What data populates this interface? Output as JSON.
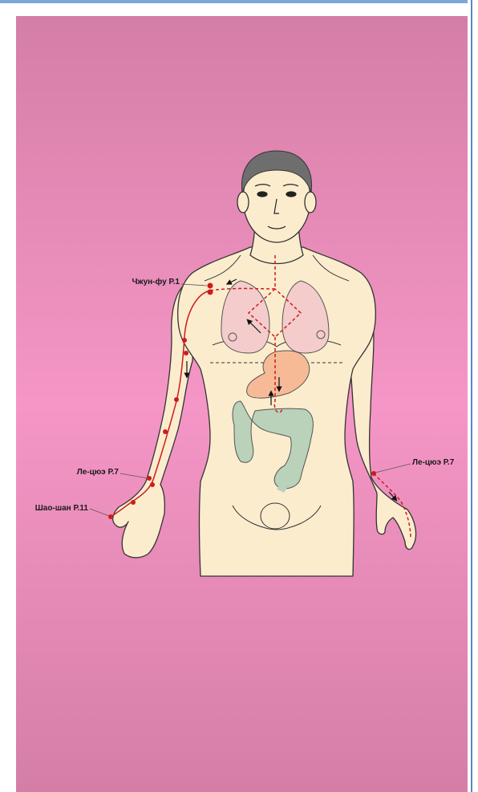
{
  "points": {
    "zhong_fu": "Чжун-фу Р.1",
    "lie_que_left": "Ле-цюэ Р.7",
    "lie_que_right": "Ле-цюэ Р.7",
    "shao_shang": "Шао-шан Р.11"
  },
  "colors": {
    "background": "#e48bb5",
    "skin": "#fcecce",
    "meridian": "#cc1b1b",
    "lungs": "#f4cccc",
    "stomach": "#f6bb96",
    "intestine": "#b9d2b9",
    "hair": "#6e6e6e"
  }
}
